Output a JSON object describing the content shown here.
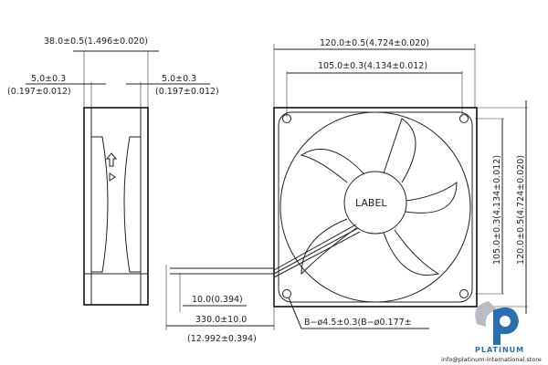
{
  "side_view": {
    "width_dim": "38.0±0.5(1.496±0.020)",
    "left_flange_mm": "5.0±0.3",
    "left_flange_in": "(0.197±0.012)",
    "right_flange_mm": "5.0±0.3",
    "right_flange_in": "(0.197±0.012)"
  },
  "front_view": {
    "overall_width": "120.0±0.5(4.724±0.020)",
    "hole_spacing_width": "105.0±0.3(4.134±0.012)",
    "hole_spacing_height": "105.0±0.3(4.134±0.012)",
    "overall_height": "120.0±0.5(4.724±0.020)",
    "hub_label": "LABEL",
    "mounting_holes": "B−ø4.5±0.3(B−ø0.177±"
  },
  "lead_wire": {
    "strip_length": "10.0(0.394)",
    "length_mm": "330.0±10.0",
    "length_in": "(12.992±0.394)"
  },
  "watermark": {
    "brand": "PLATINUM",
    "email": "info@platinum-international.store",
    "colors": {
      "blue": "#2a6fb0",
      "gray": "#b8bcc2"
    }
  }
}
